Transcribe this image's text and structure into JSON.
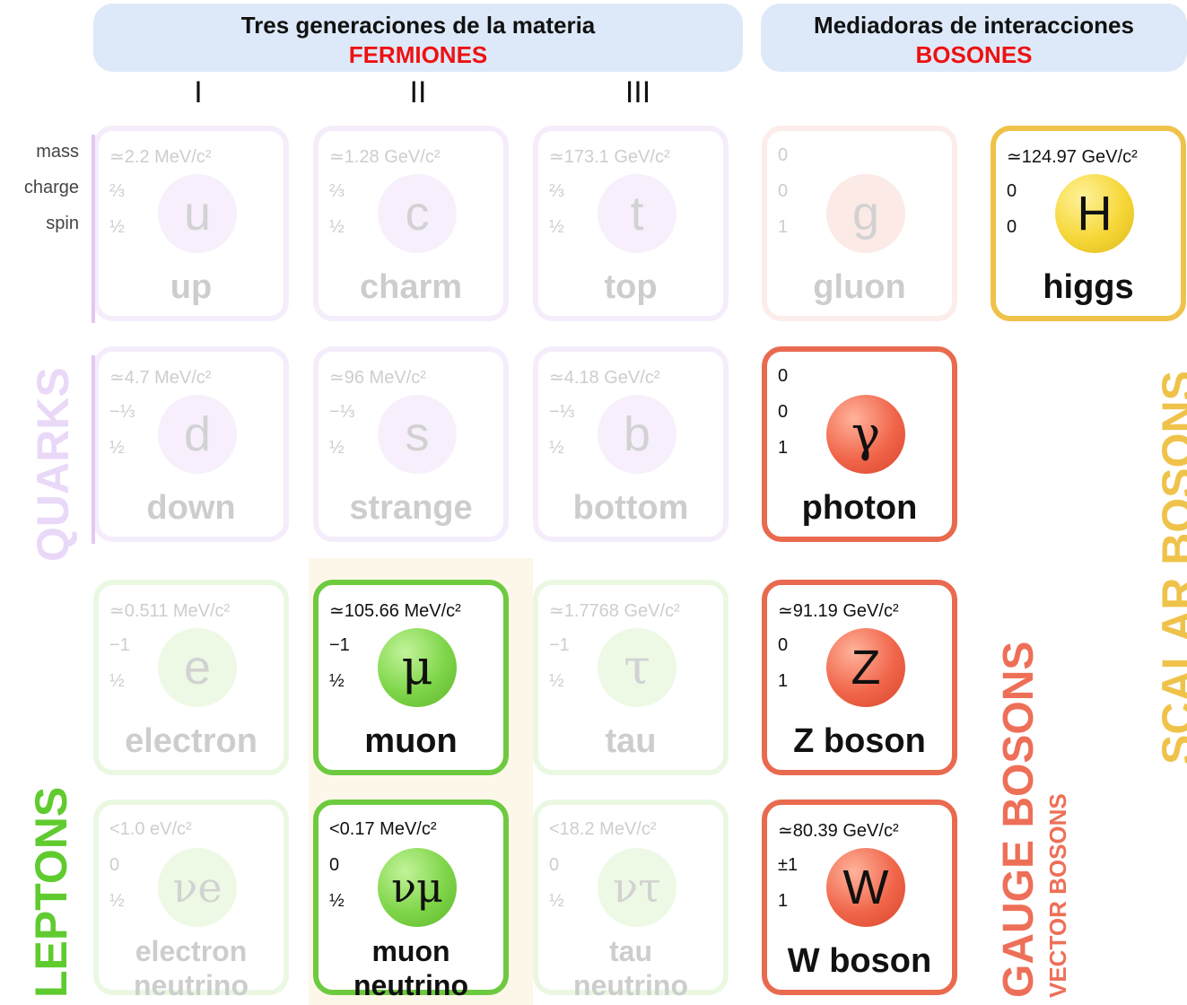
{
  "header": {
    "fermions_title": "Tres generaciones de la materia",
    "fermions_subtitle": "FERMIONES",
    "bosons_title": "Mediadoras de interacciones",
    "bosons_subtitle": "BOSONES"
  },
  "generations": [
    "I",
    "II",
    "III"
  ],
  "row_labels": {
    "mass": "mass",
    "charge": "charge",
    "spin": "spin"
  },
  "particles": {
    "up": {
      "mass": "≃2.2 MeV/c²",
      "charge": "⅔",
      "spin": "½",
      "symbol": "u",
      "name": "up"
    },
    "charm": {
      "mass": "≃1.28 GeV/c²",
      "charge": "⅔",
      "spin": "½",
      "symbol": "c",
      "name": "charm"
    },
    "top": {
      "mass": "≃173.1 GeV/c²",
      "charge": "⅔",
      "spin": "½",
      "symbol": "t",
      "name": "top"
    },
    "gluon": {
      "mass": "0",
      "charge": "0",
      "spin": "1",
      "symbol": "g",
      "name": "gluon"
    },
    "higgs": {
      "mass": "≃124.97 GeV/c²",
      "charge": "0",
      "spin": "0",
      "symbol": "H",
      "name": "higgs"
    },
    "down": {
      "mass": "≃4.7 MeV/c²",
      "charge": "−⅓",
      "spin": "½",
      "symbol": "d",
      "name": "down"
    },
    "strange": {
      "mass": "≃96 MeV/c²",
      "charge": "−⅓",
      "spin": "½",
      "symbol": "s",
      "name": "strange"
    },
    "bottom": {
      "mass": "≃4.18 GeV/c²",
      "charge": "−⅓",
      "spin": "½",
      "symbol": "b",
      "name": "bottom"
    },
    "photon": {
      "mass": "0",
      "charge": "0",
      "spin": "1",
      "symbol": "γ",
      "name": "photon"
    },
    "electron": {
      "mass": "≃0.511 MeV/c²",
      "charge": "−1",
      "spin": "½",
      "symbol": "e",
      "name": "electron"
    },
    "muon": {
      "mass": "≃105.66 MeV/c²",
      "charge": "−1",
      "spin": "½",
      "symbol": "μ",
      "name": "muon"
    },
    "tau": {
      "mass": "≃1.7768 GeV/c²",
      "charge": "−1",
      "spin": "½",
      "symbol": "τ",
      "name": "tau"
    },
    "zboson": {
      "mass": "≃91.19 GeV/c²",
      "charge": "0",
      "spin": "1",
      "symbol": "Z",
      "name": "Z boson"
    },
    "enu": {
      "mass": "<1.0 eV/c²",
      "charge": "0",
      "spin": "½",
      "symbol": "νe",
      "name1": "electron",
      "name2": "neutrino"
    },
    "munu": {
      "mass": "<0.17 MeV/c²",
      "charge": "0",
      "spin": "½",
      "symbol": "νμ",
      "name1": "muon",
      "name2": "neutrino"
    },
    "taunu": {
      "mass": "<18.2 MeV/c²",
      "charge": "0",
      "spin": "½",
      "symbol": "ντ",
      "name1": "tau",
      "name2": "neutrino"
    },
    "wboson": {
      "mass": "≃80.39 GeV/c²",
      "charge": "±1",
      "spin": "1",
      "symbol": "W",
      "name": "W boson"
    }
  },
  "side_labels": {
    "quarks": "QUARKS",
    "leptons": "LEPTONS",
    "gauge_bosons": "GAUGE BOSONS",
    "vector_bosons": "VECTOR BOSONS",
    "scalar_bosons": "SCALAR BOSONS"
  },
  "colors": {
    "quarks": "#e6d4f7",
    "leptons": "#5fcb2f",
    "gauge": "#ee6f58",
    "scalar": "#efc24a",
    "subtitle_red": "#ee1111"
  }
}
